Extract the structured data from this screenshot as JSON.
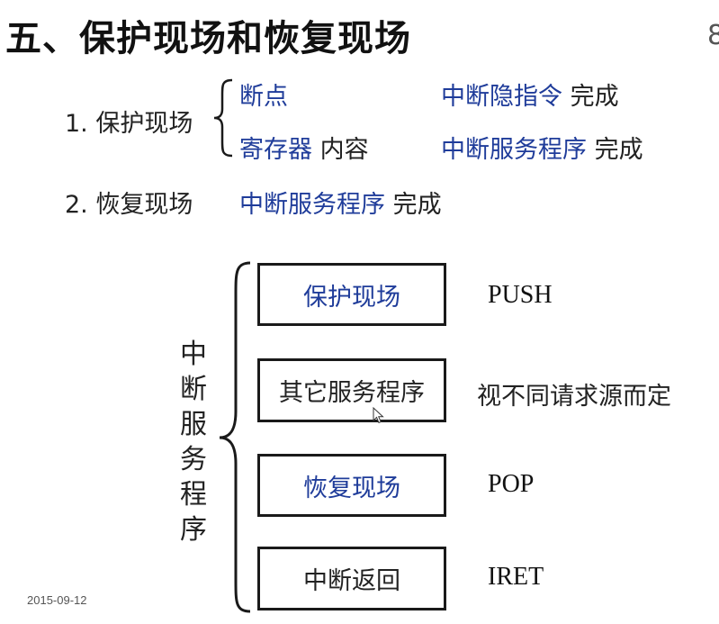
{
  "title": "五、保护现场和恢复现场",
  "edge_char": "8",
  "section1": {
    "label": "1. 保护现场",
    "rows": [
      {
        "item": "断点",
        "item_suffix": "",
        "method": "中断隐指令",
        "method_suffix": "完成"
      },
      {
        "item": "寄存器",
        "item_suffix": "内容",
        "method": "中断服务程序",
        "method_suffix": "完成"
      }
    ]
  },
  "section2": {
    "label": "2. 恢复现场",
    "method": "中断服务程序",
    "method_suffix": "完成"
  },
  "diagram": {
    "side_label": "中断服务程序",
    "steps": [
      {
        "box": "保护现场",
        "note": "PUSH",
        "highlight": true
      },
      {
        "box": "其它服务程序",
        "note": "视不同请求源而定",
        "highlight": false
      },
      {
        "box": "恢复现场",
        "note": "POP",
        "highlight": true
      },
      {
        "box": "中断返回",
        "note": "IRET",
        "highlight": false
      }
    ]
  },
  "date": "2015-09-12",
  "colors": {
    "blue": "#1f3c9a",
    "text": "#222222"
  },
  "icons": {
    "cursor": "mouse-pointer-icon"
  }
}
